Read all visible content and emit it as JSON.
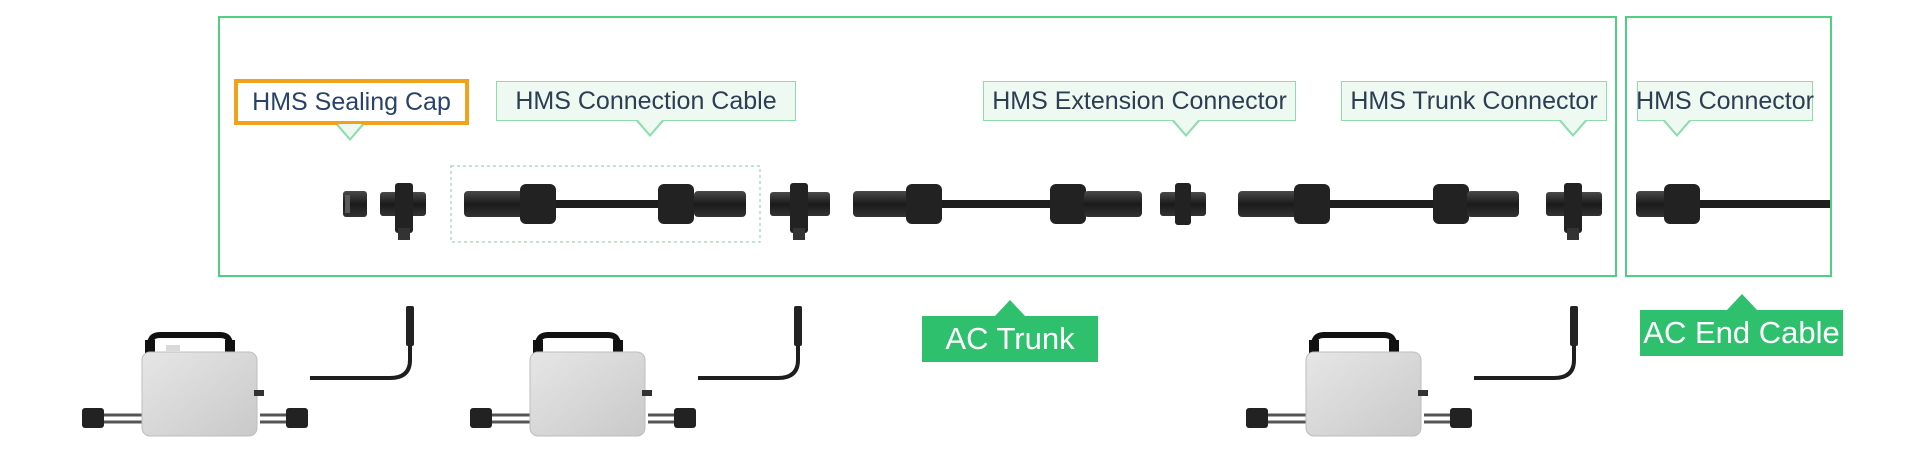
{
  "callouts": {
    "sealing_cap": "HMS Sealing Cap",
    "connection_cable": "HMS Connection Cable",
    "extension_connector": "HMS Extension Connector",
    "trunk_connector": "HMS Trunk Connector",
    "connector": "HMS Connector"
  },
  "labels": {
    "ac_trunk": "AC Trunk",
    "ac_end_cable": "AC End Cable"
  },
  "colors": {
    "frame_green": "#4fcf7f",
    "label_green": "#2fc06e",
    "callout_fill": "#eef9f1",
    "callout_border": "#8ddcab",
    "selection": "#f0a21b",
    "cable": "#1e1e1e",
    "inverter": "#d9d9d9"
  }
}
